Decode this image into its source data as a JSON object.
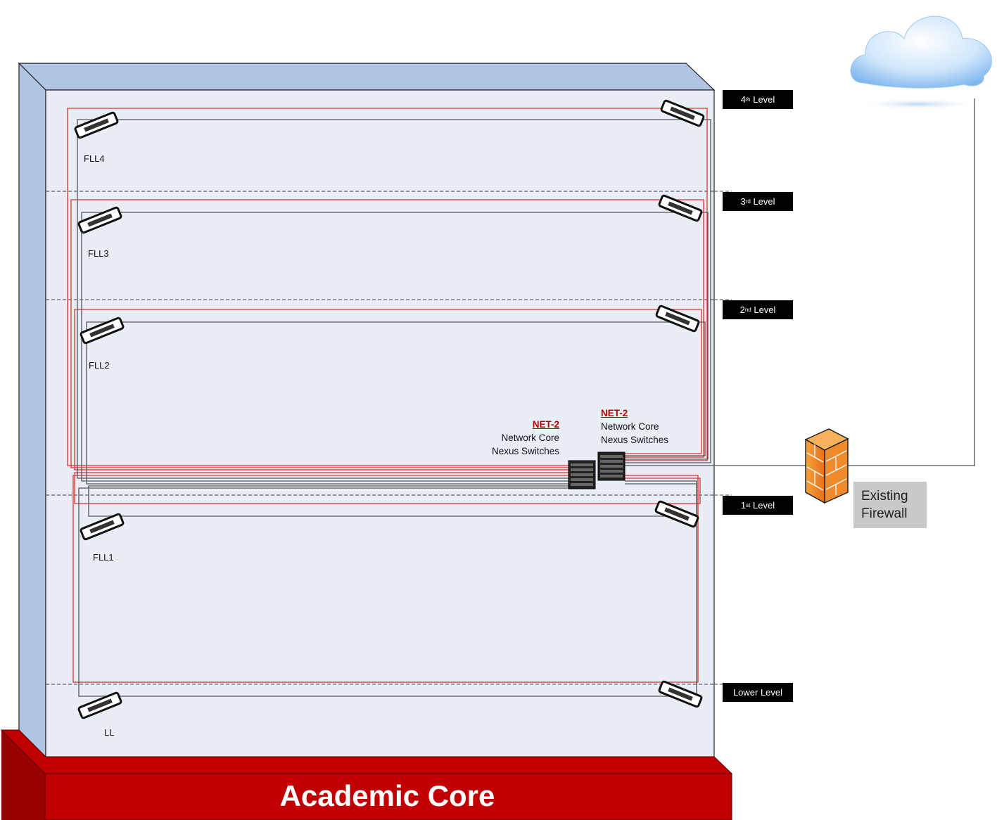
{
  "levels": [
    {
      "num": "4",
      "sup": "th",
      "text": "Level"
    },
    {
      "num": "3",
      "sup": "rd",
      "text": "Level"
    },
    {
      "num": "2",
      "sup": "nd",
      "text": "Level"
    },
    {
      "num": "1",
      "sup": "st",
      "text": "Level"
    },
    {
      "num": "",
      "sup": "",
      "text": "Lower Level"
    }
  ],
  "switch_labels": [
    "FLL4",
    "FLL3",
    "FLL2",
    "FLL1",
    "LL"
  ],
  "core_left": {
    "code": "NET-2",
    "line1": "Network Core",
    "line2": "Nexus Switches"
  },
  "core_right": {
    "code": "NET-2",
    "line1": "Network Core",
    "line2": "Nexus Switches"
  },
  "firewall": {
    "line1": "Existing",
    "line2": "Firewall"
  },
  "building": {
    "name": "Academic Core"
  },
  "colors": {
    "building_face": "#e9eef6",
    "building_side": "#b0c4e3",
    "base": "#c00000",
    "fiber": "#e03030",
    "copper": "#555555"
  },
  "icons": [
    "cloud-icon",
    "firewall-icon",
    "nexus-switch-icon",
    "access-switch-icon"
  ]
}
